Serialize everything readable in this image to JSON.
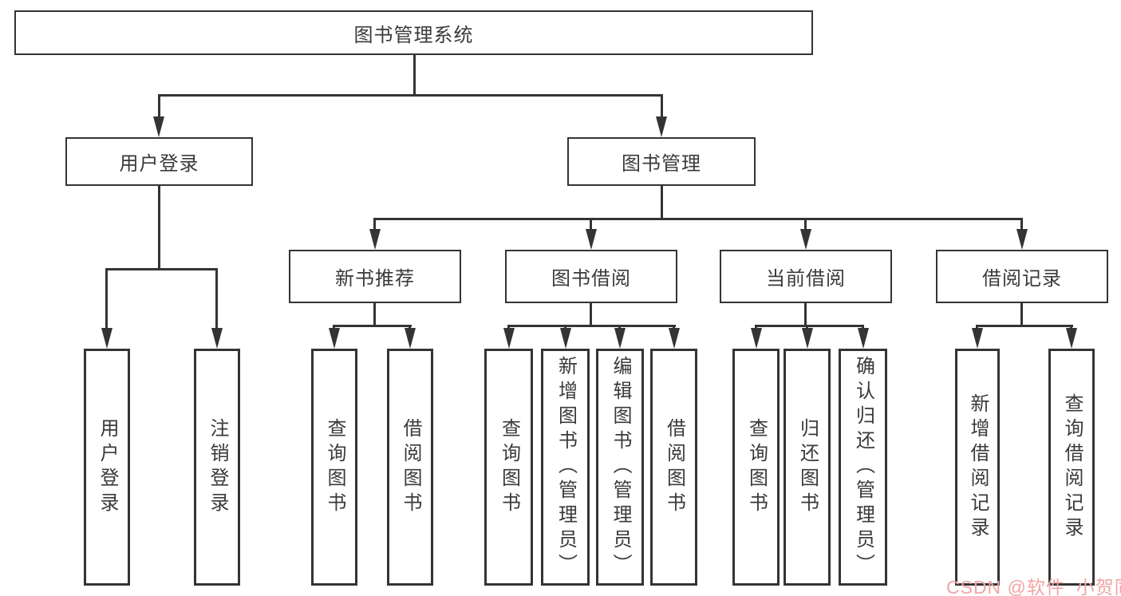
{
  "diagram_title": "图书管理系统",
  "nodes": {
    "root": {
      "label": "图书管理系统"
    },
    "login": {
      "label": "用户登录"
    },
    "mgmt": {
      "label": "图书管理"
    },
    "rec": {
      "label": "新书推荐"
    },
    "borrow": {
      "label": "图书借阅"
    },
    "current": {
      "label": "当前借阅"
    },
    "record": {
      "label": "借阅记录"
    },
    "login_user": {
      "label": "用户登录"
    },
    "login_logout": {
      "label": "注销登录"
    },
    "rec_query": {
      "label": "查询图书"
    },
    "rec_borrow": {
      "label": "借阅图书"
    },
    "borrow_query": {
      "label": "查询图书"
    },
    "borrow_add": {
      "label": "新增图书（管理员）"
    },
    "borrow_edit": {
      "label": "编辑图书（管理员）"
    },
    "borrow_borrow": {
      "label": "借阅图书"
    },
    "current_query": {
      "label": "查询图书"
    },
    "current_return": {
      "label": "归还图书"
    },
    "current_confirm": {
      "label": "确认归还（管理员）"
    },
    "record_add": {
      "label": "新增借阅记录"
    },
    "record_query": {
      "label": "查询借阅记录"
    }
  },
  "hierarchy": {
    "图书管理系统": {
      "用户登录": [
        "用户登录",
        "注销登录"
      ],
      "图书管理": {
        "新书推荐": [
          "查询图书",
          "借阅图书"
        ],
        "图书借阅": [
          "查询图书",
          "新增图书（管理员）",
          "编辑图书（管理员）",
          "借阅图书"
        ],
        "当前借阅": [
          "查询图书",
          "归还图书",
          "确认归还（管理员）"
        ],
        "借阅记录": [
          "新增借阅记录",
          "查询借阅记录"
        ]
      }
    }
  },
  "watermark": {
    "text": "CSDN @软件_小贺同学",
    "color": "#f2a5a5"
  },
  "colors": {
    "line": "#343434",
    "text": "#3a3a3a",
    "background": "#ffffff"
  }
}
